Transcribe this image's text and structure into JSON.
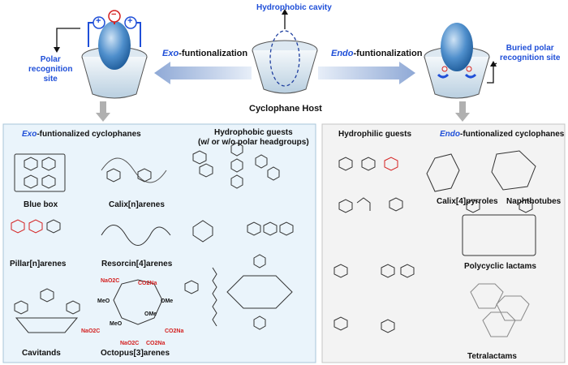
{
  "top": {
    "hydrophobic_cavity": "Hydrophobic cavity",
    "cyclophane_host": "Cyclophane Host",
    "exo_arrow": {
      "prefix": "Exo",
      "suffix": "-funtionalization"
    },
    "endo_arrow": {
      "prefix": "Endo",
      "suffix": "-funtionalization"
    },
    "polar_site_left": [
      "Polar",
      "recognition",
      "site"
    ],
    "polar_site_right": [
      "Buried polar",
      "recognition site"
    ],
    "charges": [
      "+",
      "−",
      "+"
    ]
  },
  "left_panel": {
    "title": {
      "prefix": "Exo",
      "suffix": "-funtionalized cyclophanes"
    },
    "guests_title": [
      "Hydrophobic guests",
      "(w/ or w/o polar headgroups)"
    ],
    "items": [
      "Blue box",
      "Calix[n]arenes",
      "Pillar[n]arenes",
      "Resorcin[4]arenes",
      "Cavitands",
      "Octopus[3]arenes"
    ],
    "substituent_labels": [
      "NaO2C",
      "CO2Na",
      "NaO2C",
      "CO2Na",
      "NaO2C",
      "CO2Na",
      "MeO",
      "OMe",
      "MeO",
      "OMe"
    ]
  },
  "right_panel": {
    "guests_title": "Hydrophilic guests",
    "title": {
      "prefix": "Endo",
      "suffix": "-funtionalized cyclophanes"
    },
    "items": [
      "Calix[4]pyrroles",
      "Naphthotubes",
      "Polycyclic lactams",
      "Tetralactams"
    ]
  },
  "colors": {
    "accent_blue": "#1f4fd8",
    "accent_red": "#d42020",
    "panel_left_bg": "#eaf4fb",
    "panel_right_bg": "#f2f2f2",
    "arrow_fill": "#a9bfe0"
  }
}
